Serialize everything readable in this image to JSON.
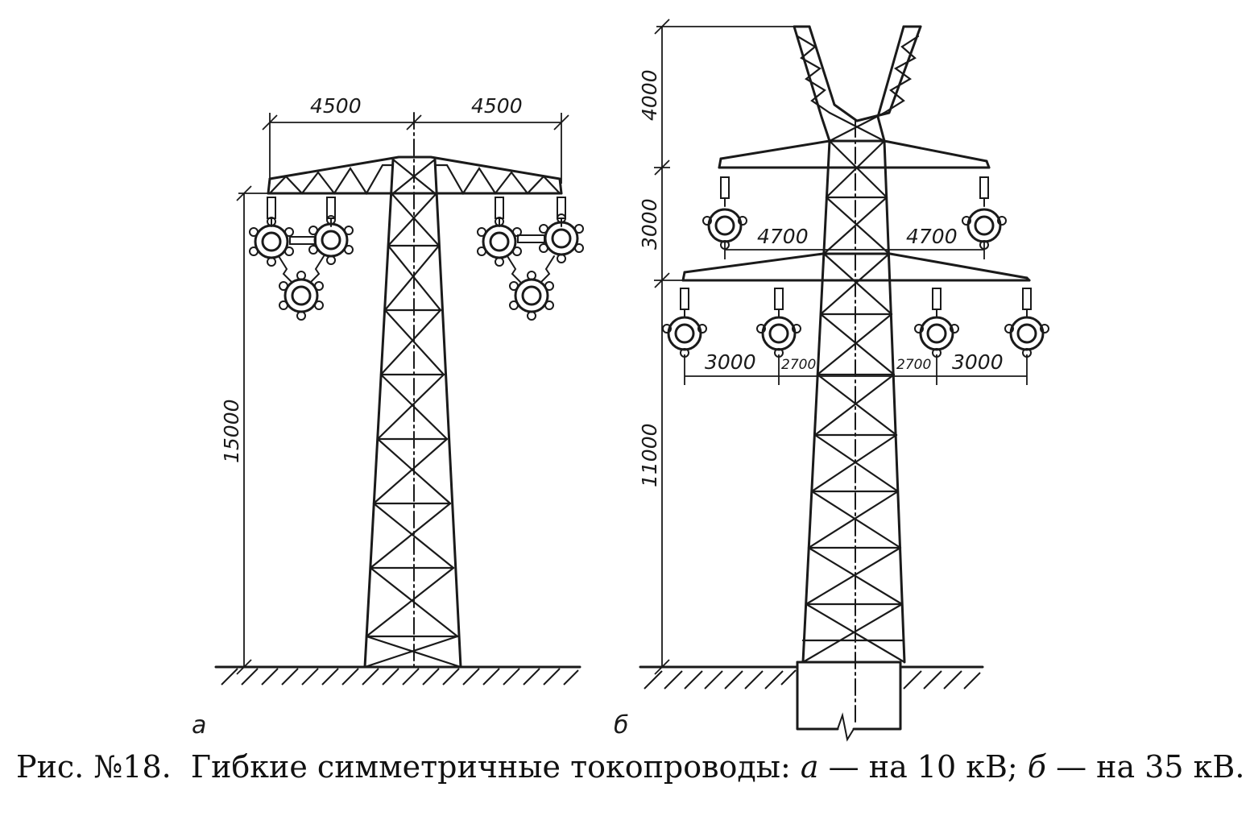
{
  "figure_a": {
    "label": "а",
    "dim_left_span": "4500",
    "dim_right_span": "4500",
    "dim_height": "15000"
  },
  "figure_b": {
    "label": "б",
    "dim_top_height": "4000",
    "dim_mid_height": "3000",
    "dim_low_height": "11000",
    "dim_upper_left": "4700",
    "dim_upper_right": "4700",
    "dim_lower_left_outer": "3000",
    "dim_lower_left_inner": "2700",
    "dim_lower_right_inner": "2700",
    "dim_lower_right_outer": "3000"
  },
  "caption": {
    "number": "Рис. №18.",
    "text_main": "Гибкие симметричные токопроводы: ",
    "a_letter": "а",
    "a_text": " — на 10 кВ; ",
    "b_letter": "б",
    "b_text": " — на 35 кВ."
  }
}
